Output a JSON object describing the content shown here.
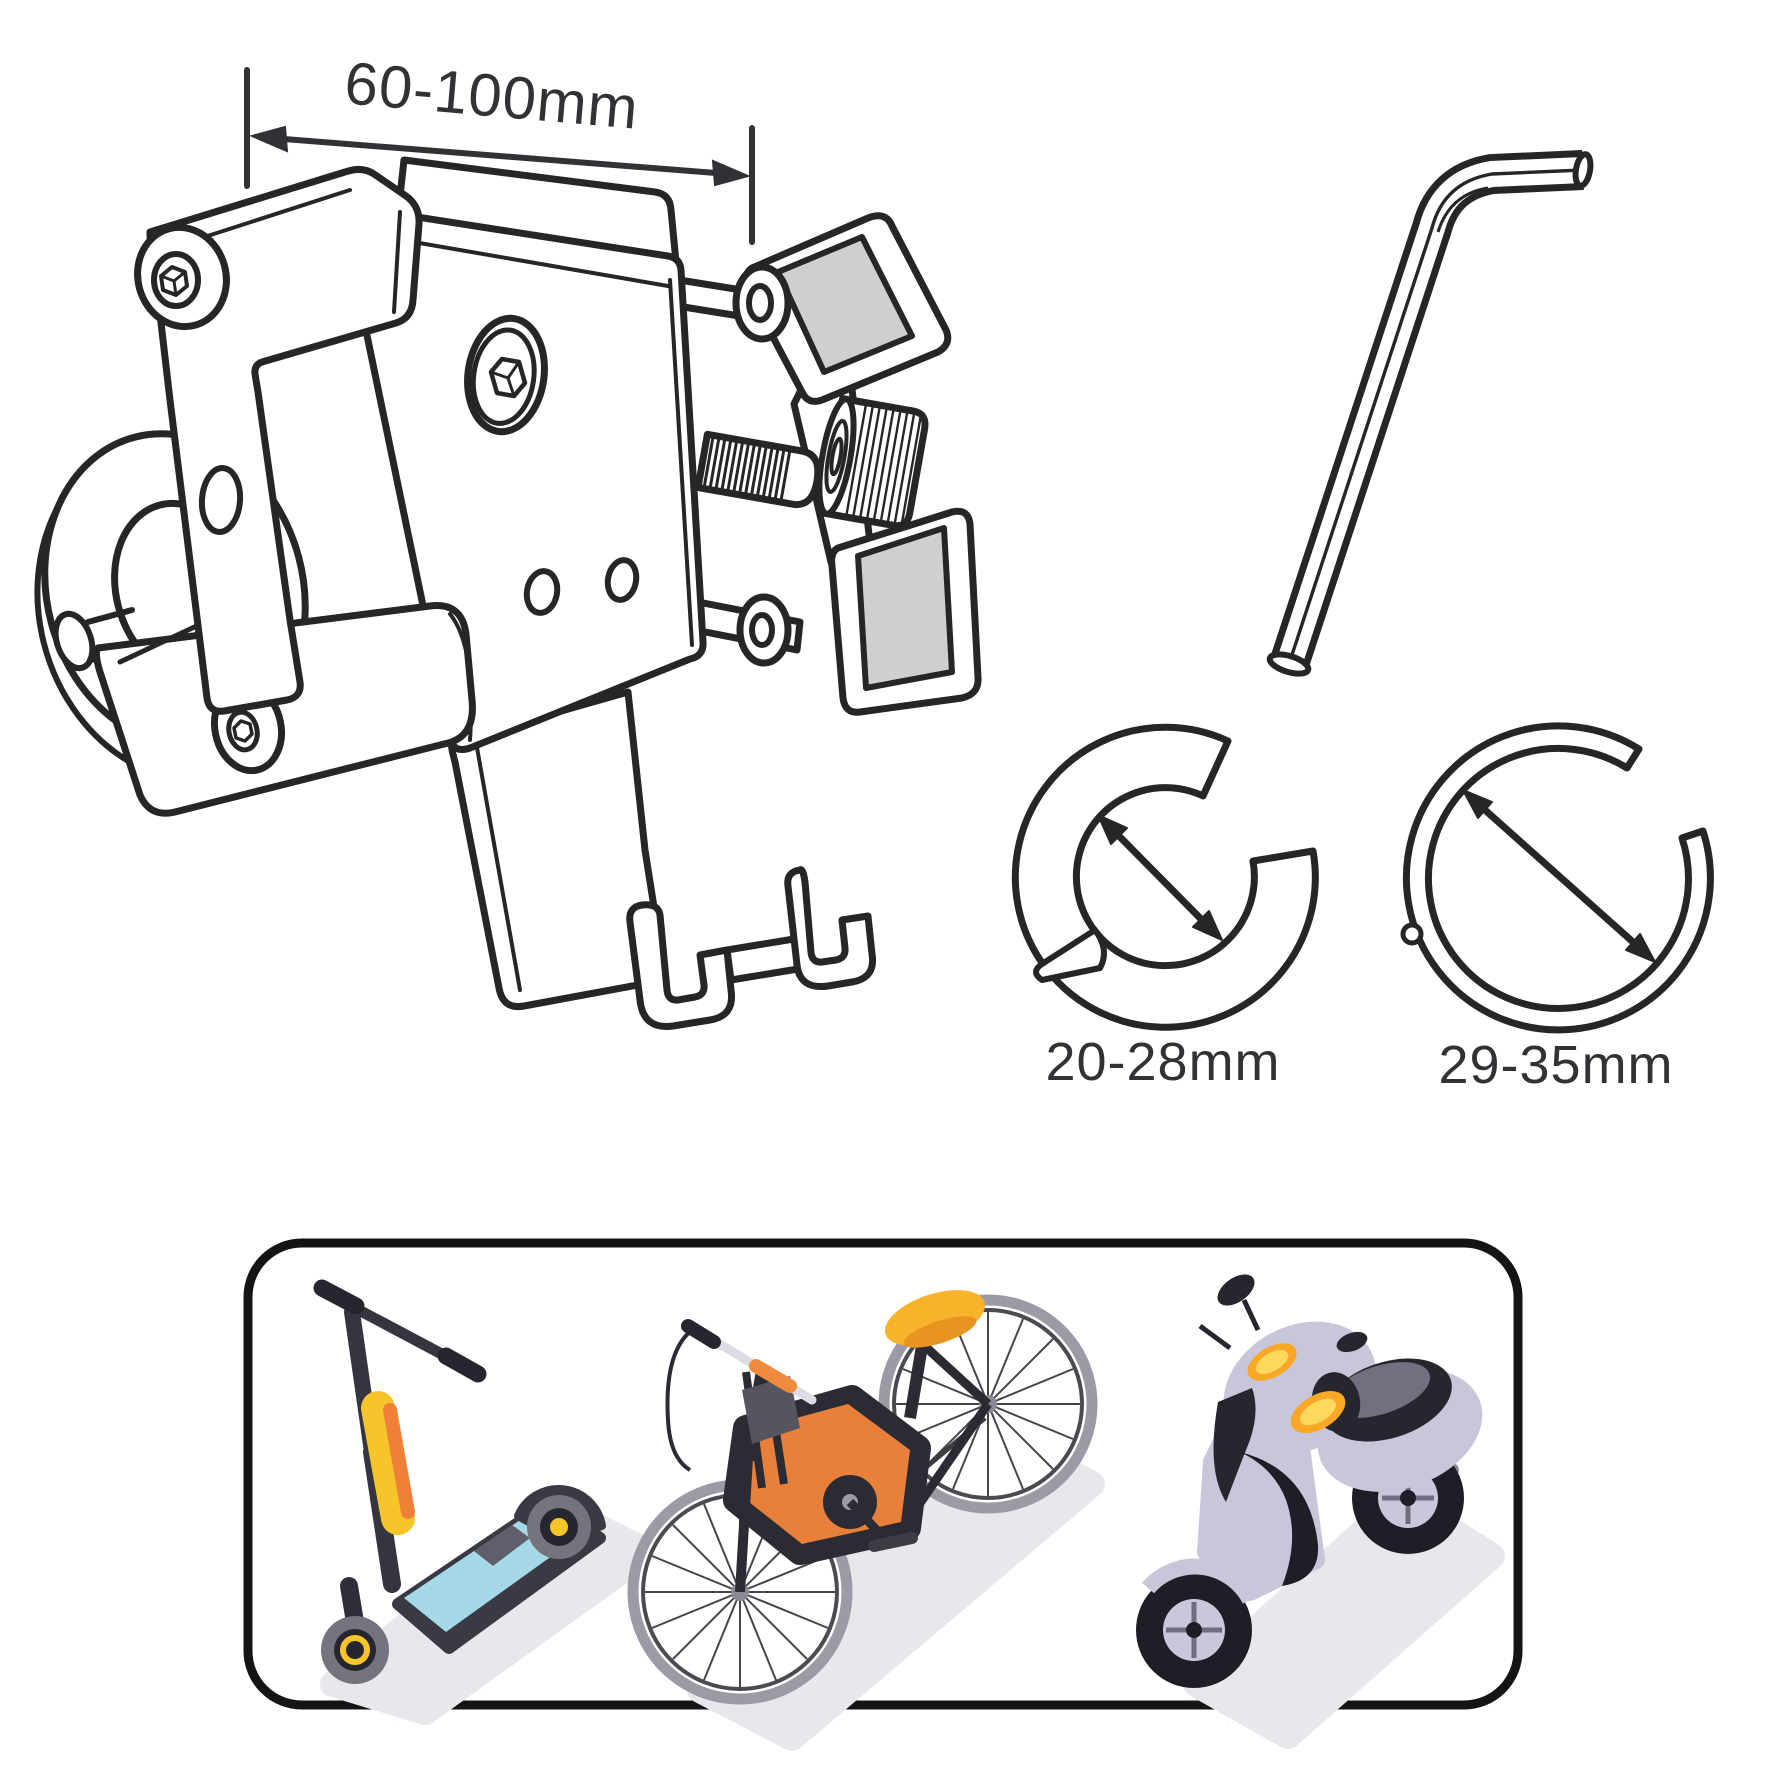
{
  "labels": {
    "mount_width": "60-100mm",
    "clamp_small": "20-28mm",
    "clamp_large": "29-35mm"
  },
  "illustrations": {
    "mount": "handlebar-phone-mount-line-art",
    "tool": "hex-allen-key-line-art",
    "clamp_small_ring": "c-shim-ring-with-pointer",
    "clamp_large_ring": "open-shim-ring",
    "vehicles": [
      "kick-scooter",
      "bicycle",
      "moped"
    ]
  },
  "colors": {
    "line": "#262626",
    "pad_gray": "#cfcfd2",
    "text": "#333135",
    "panel_border": "#141414",
    "shadow": "#e7e7ec",
    "scooter_frame": "#35353f",
    "scooter_deck_blue": "#a5d9e8",
    "accent_yellow": "#f6c52a",
    "accent_orange": "#ef8038",
    "bike_battery_orange": "#e8803c",
    "bike_saddle_yellow": "#f7b32a",
    "tire_gray": "#9b9ba6",
    "moped_body": "#c7c7d9",
    "moped_dark": "#1e1e26"
  }
}
